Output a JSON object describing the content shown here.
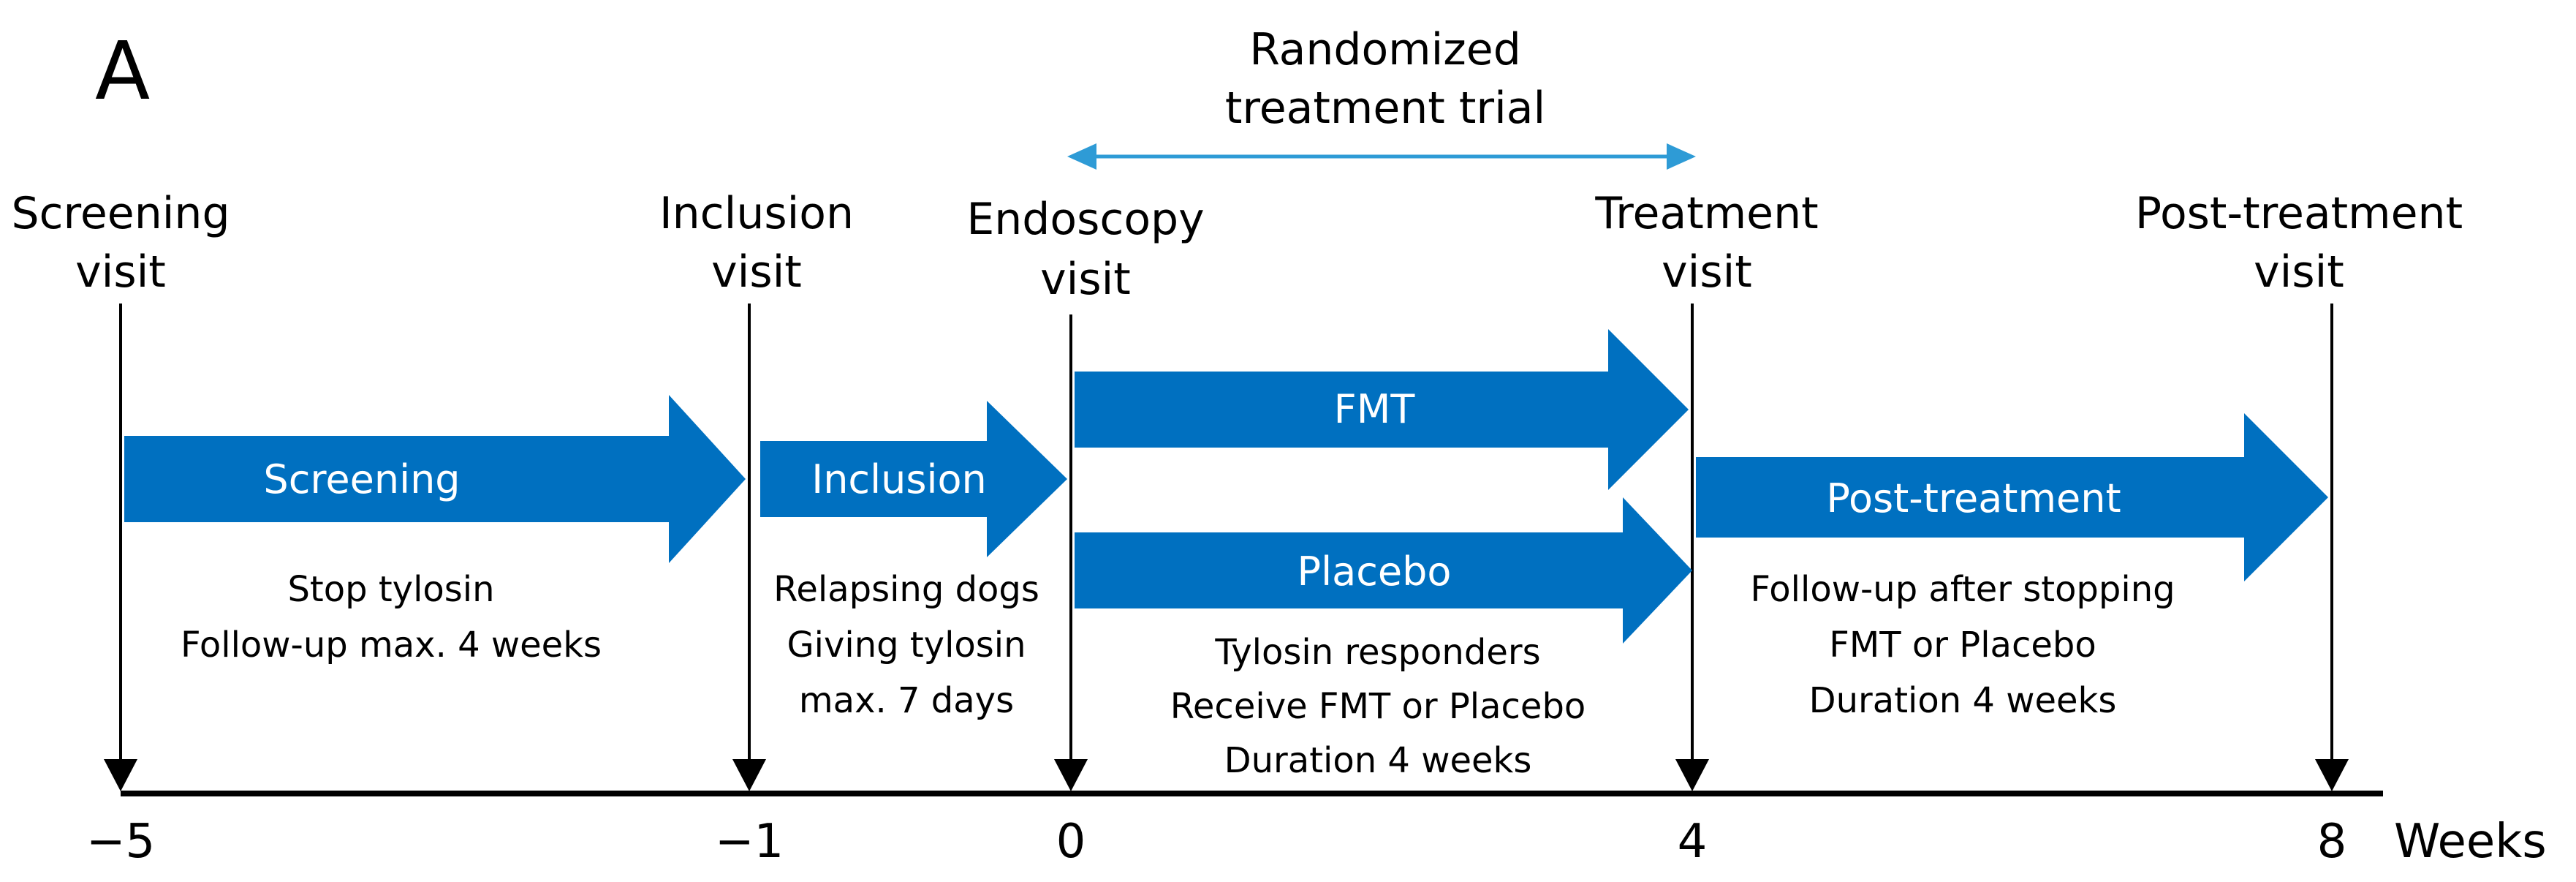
{
  "panel_label": "A",
  "trial_span": {
    "label_lines": [
      "Randomized",
      "treatment trial"
    ]
  },
  "visits": [
    {
      "label_lines": [
        "Screening",
        "visit"
      ],
      "week": -5
    },
    {
      "label_lines": [
        "Inclusion",
        "visit"
      ],
      "week": -1
    },
    {
      "label_lines": [
        "Endoscopy",
        "visit"
      ],
      "week": 0
    },
    {
      "label_lines": [
        "Treatment",
        "visit"
      ],
      "week": 4
    },
    {
      "label_lines": [
        "Post-treatment",
        "visit"
      ],
      "week": 8
    }
  ],
  "phases": [
    {
      "label": "Screening",
      "notes": [
        "Stop tylosin",
        "Follow-up max. 4 weeks"
      ]
    },
    {
      "label": "Inclusion",
      "notes": [
        "Relapsing dogs",
        "Giving tylosin",
        "max. 7 days"
      ]
    },
    {
      "label": "FMT",
      "notes": []
    },
    {
      "label": "Placebo",
      "notes": [
        "Tylosin responders",
        "Receive FMT or Placebo",
        "Duration 4 weeks"
      ]
    },
    {
      "label": "Post-treatment",
      "notes": [
        "Follow-up after stopping",
        "FMT or Placebo",
        "Duration 4 weeks"
      ]
    }
  ],
  "axis": {
    "ticks": [
      "−5",
      "−1",
      "0",
      "4",
      "8"
    ],
    "unit": "Weeks"
  },
  "colors": {
    "arrow_fill": "#0070C0",
    "span_arrow": "#2E9BD6",
    "line": "#000000"
  }
}
